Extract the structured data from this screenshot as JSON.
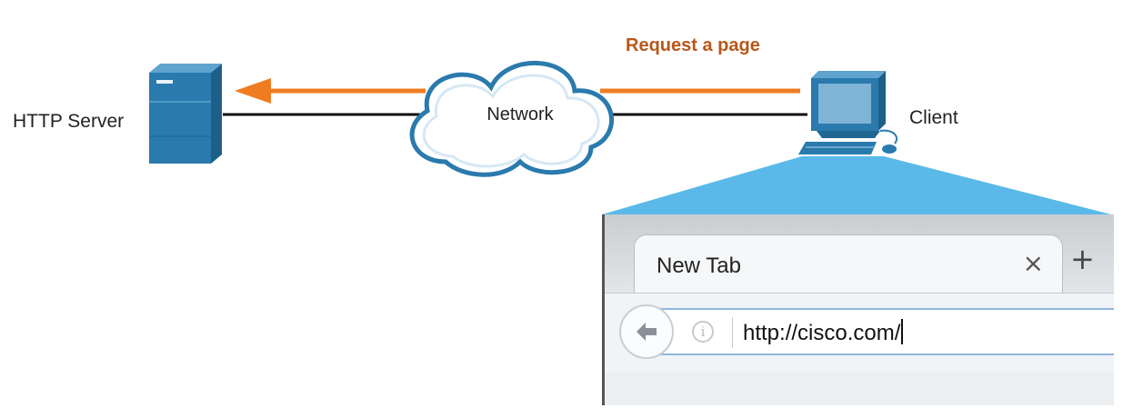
{
  "labels": {
    "server": "HTTP Server",
    "network": "Network",
    "client": "Client",
    "request": "Request a page"
  },
  "browser": {
    "tab_title": "New Tab",
    "close_glyph": "×",
    "new_tab_glyph": "+",
    "info_glyph": "i",
    "url": "http://cisco.com/"
  },
  "colors": {
    "arrow": "#f07c22",
    "request_text": "#b8571a",
    "device_blue": "#2a7aad",
    "projection": "#5ab9e8"
  }
}
